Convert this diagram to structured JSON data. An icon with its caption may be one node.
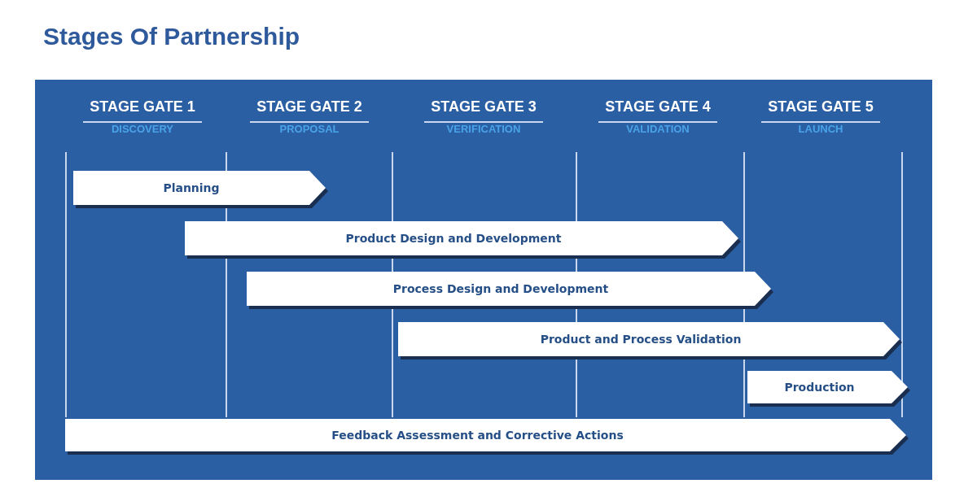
{
  "diagram": {
    "title": "Stages Of Partnership",
    "nodes": [
      {
        "text": [
          "Planning"
        ]
      },
      {
        "text": [
          "Product Design and Development"
        ]
      },
      {
        "text": [
          "Process Design and Development"
        ]
      },
      {
        "text": [
          "Product and Process Validation"
        ]
      },
      {
        "text": [
          "Production"
        ]
      },
      {
        "text": [
          "Feedback Assessment and Corrective Actions"
        ]
      }
    ],
    "edges": [],
    "labels": [
      "STAGE GATE 1",
      "STAGE GATE 2",
      "STAGE GATE 3",
      "STAGE GATE 4",
      "STAGE GATE 5",
      "DISCOVERY",
      "PROPOSAL",
      "VERIFICATION",
      "VALIDATION",
      "LAUNCH"
    ]
  }
}
